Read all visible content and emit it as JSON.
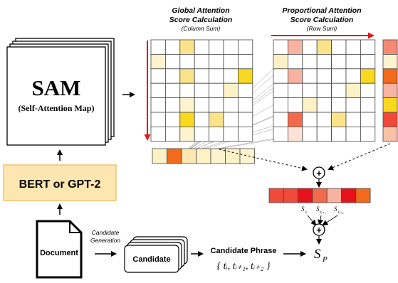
{
  "sam": {
    "title": "SAM",
    "subtitle": "(Self-Attention Map)"
  },
  "model_box": {
    "label": "BERT or GPT-2"
  },
  "document": {
    "label": "Document"
  },
  "candidate_generation": {
    "line1": "Candidate",
    "line2": "Generation"
  },
  "candidate": {
    "label": "Candidate"
  },
  "candidate_phrase": {
    "title": "Candidate Phrase",
    "tokens": "{ t",
    "formula": "{ tᵢ, tᵢ₊₁, tᵢ₊₂ }"
  },
  "score_labels": {
    "s1": "S",
    "s1_sub": "tᵢ",
    "s2": "S",
    "s2_sub": "tᵢ₊₁",
    "s3": "S",
    "s3_sub": "tᵢ₊₂"
  },
  "final_score": {
    "symbol": "S",
    "sub": "P"
  },
  "plus_symbol": "+",
  "global_attention": {
    "title_line1": "Global Attention",
    "title_line2": "Score Calculation",
    "note": "(Column Sum)",
    "cells": [
      [
        0,
        0,
        "#fbe38a",
        0,
        0,
        0,
        0
      ],
      [
        "#fdf3cf",
        0,
        0,
        0,
        0,
        0,
        0
      ],
      [
        0,
        0,
        "#fbe38a",
        0,
        0,
        0,
        "#f9d820"
      ],
      [
        0,
        0,
        0,
        0,
        0,
        "#fdf1c6",
        0
      ],
      [
        0,
        0,
        "#fdf3cf",
        0,
        0,
        0,
        0
      ],
      [
        0,
        0,
        "#f9d820",
        0,
        "#fbe38a",
        0,
        0
      ],
      [
        0,
        0,
        "#fdf3cf",
        0,
        0,
        0,
        0
      ]
    ],
    "summary": [
      "#fdf1c6",
      "#f26a1b",
      "#fde9b0",
      "#fdf1c6",
      "#fdf3cf",
      "#fdf1c6",
      "#fdf3cf"
    ]
  },
  "proportional_attention": {
    "title_line1": "Proportional Attention",
    "title_line2": "Score Calculation",
    "note": "(Row Sum)",
    "cells": [
      [
        0,
        "#f8b3a0",
        0,
        "#fbe38a",
        0,
        0,
        0
      ],
      [
        "#fdf1c6",
        0,
        0,
        0,
        0,
        0,
        0
      ],
      [
        0,
        "#f8b3a0",
        0,
        0,
        0,
        0,
        "#f9d820"
      ],
      [
        0,
        0,
        0,
        0,
        0,
        "#fdf1c6",
        0
      ],
      [
        0,
        0,
        "#fdf1c6",
        0,
        0,
        0,
        0
      ],
      [
        0,
        "#f26a4b",
        0,
        0,
        "#fbe38a",
        0,
        0
      ],
      [
        0,
        "#fde3d6",
        0,
        0,
        0,
        0,
        0
      ]
    ],
    "row_summary": [
      "#f58a74",
      "#fdf3cf",
      "#f26a1b",
      "#f8b3a0",
      "#f9d820",
      "#f04a3a",
      "#f8c2a8"
    ]
  },
  "combined_scores": [
    "#f04a3a",
    "#f04a3a",
    "#e8121a",
    "#f26a4b",
    "#f8b3a0",
    "#e8121a",
    "#f26a1b"
  ]
}
